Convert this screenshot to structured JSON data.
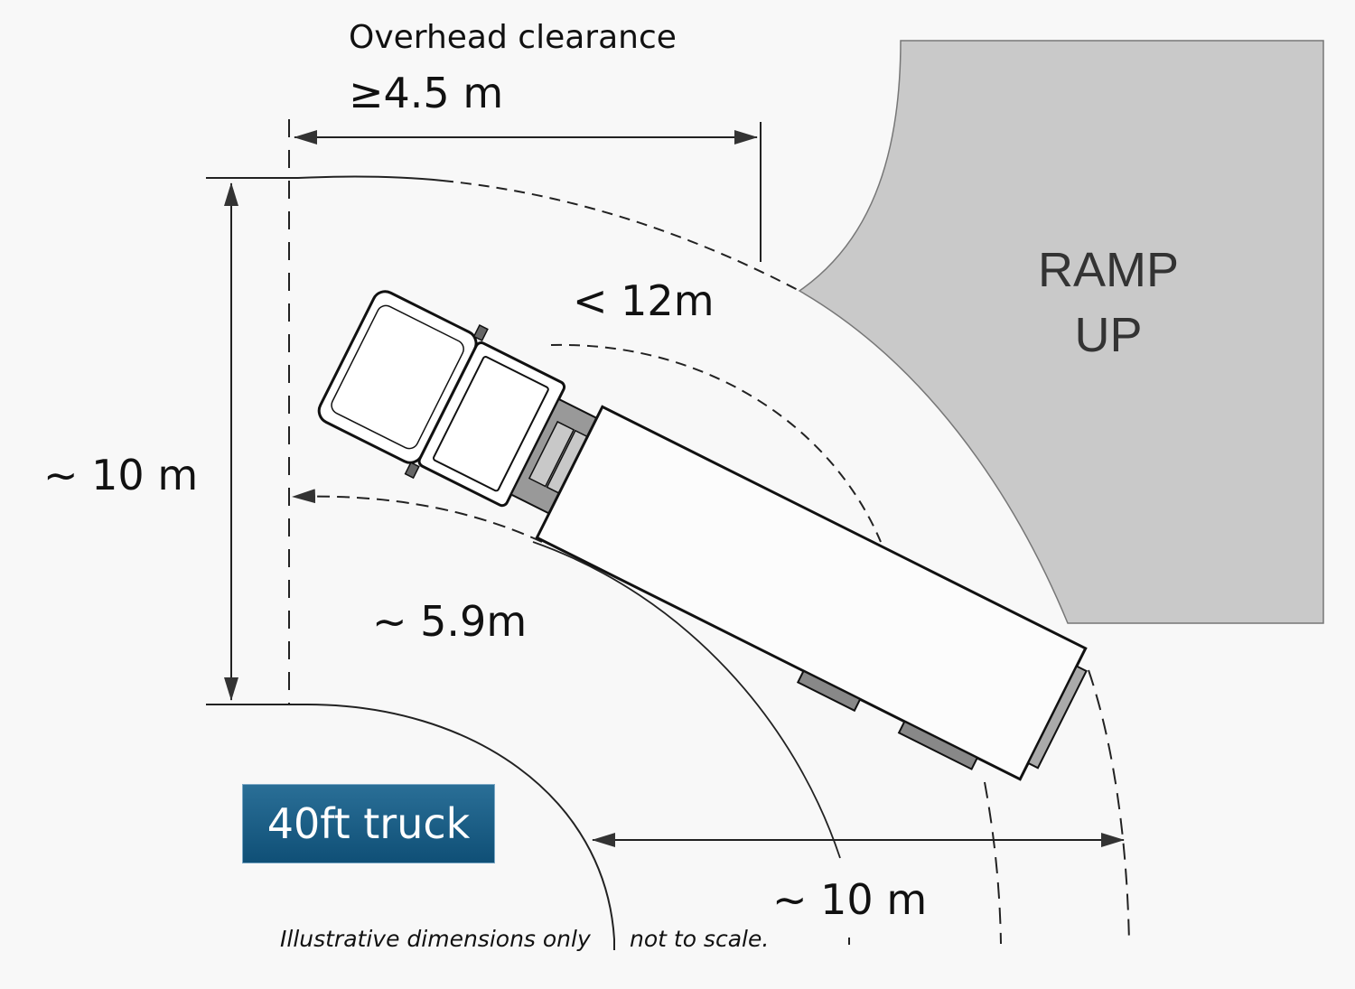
{
  "title_line1": "Overhead clearance",
  "title_line2": "≥4.5 m",
  "labels": {
    "turn_radius": "< 12m",
    "left_width": "~ 10 m",
    "inner_radius": "~ 5.9m",
    "bottom_width": "~ 10 m"
  },
  "ramp": {
    "line1": "RAMP",
    "line2": "UP"
  },
  "badge": "40ft truck",
  "note_left": "Illustrative dimensions only",
  "note_right": "not to scale.",
  "colors": {
    "ramp": "#c9c9c9",
    "badge": "#1b5e85"
  }
}
